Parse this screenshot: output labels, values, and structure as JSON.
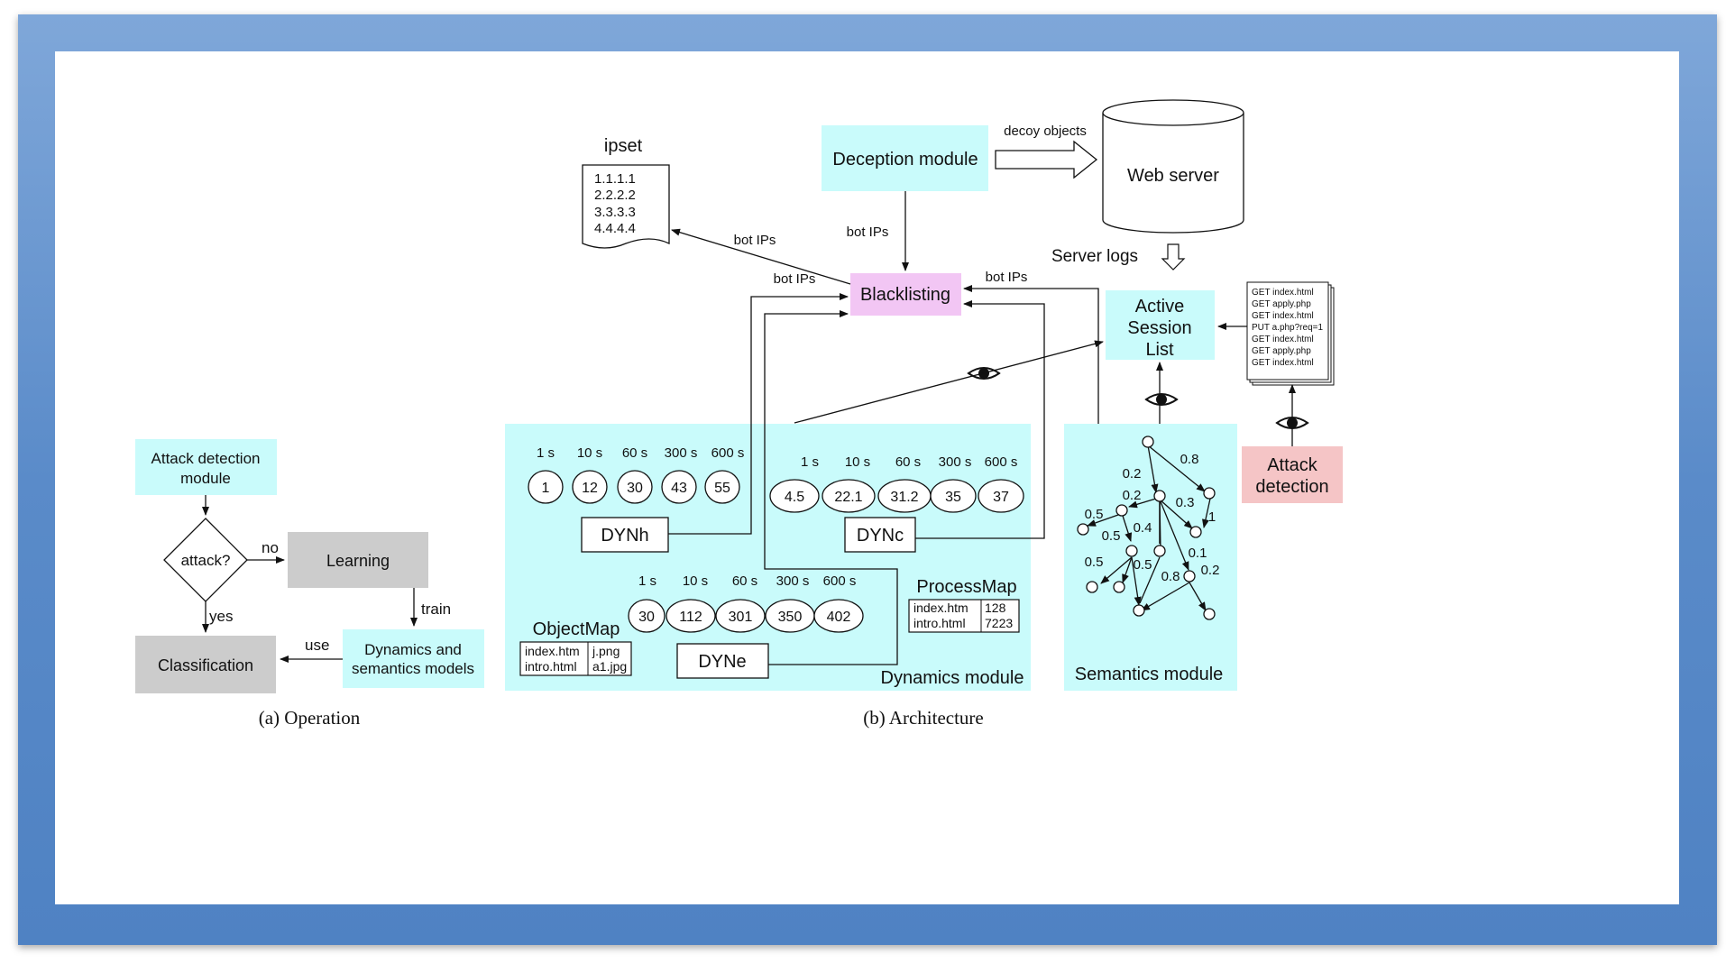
{
  "operation": {
    "attack_module": [
      "Attack detection",
      "module"
    ],
    "decision": "attack?",
    "no_label": "no",
    "yes_label": "yes",
    "learning": "Learning",
    "train_label": "train",
    "models": [
      "Dynamics and",
      "semantics models"
    ],
    "use_label": "use",
    "classification": "Classification",
    "caption": "(a)  Operation"
  },
  "architecture": {
    "ipset_title": "ipset",
    "ipset_items": [
      "1.1.1.1",
      "2.2.2.2",
      "3.3.3.3",
      "4.4.4.4"
    ],
    "deception": "Deception module",
    "decoy_label": "decoy objects",
    "web_server": "Web server",
    "server_logs": "Server logs",
    "bot_ips": "bot IPs",
    "blacklisting": "Blacklisting",
    "active_session": [
      "Active",
      "Session",
      "List"
    ],
    "requests": [
      "GET index.html",
      "GET apply.php",
      "GET index.html",
      "PUT a.php?req=1",
      "GET index.html",
      "GET apply.php",
      "GET index.html"
    ],
    "attack_detection": [
      "Attack",
      "detection"
    ],
    "dyn_h": {
      "label": "DYNh",
      "windows": [
        "1 s",
        "10 s",
        "60 s",
        "300 s",
        "600 s"
      ],
      "values": [
        "1",
        "12",
        "30",
        "43",
        "55"
      ]
    },
    "dyn_c": {
      "label": "DYNc",
      "windows": [
        "1 s",
        "10 s",
        "60 s",
        "300 s",
        "600 s"
      ],
      "values": [
        "4.5",
        "22.1",
        "31.2",
        "35",
        "37"
      ]
    },
    "dyn_e": {
      "label": "DYNe",
      "windows": [
        "1 s",
        "10 s",
        "60 s",
        "300 s",
        "600 s"
      ],
      "values": [
        "30",
        "112",
        "301",
        "350",
        "402"
      ]
    },
    "process_map": {
      "title": "ProcessMap",
      "rows": [
        [
          "index.htm",
          "128"
        ],
        [
          "intro.html",
          "7223"
        ]
      ]
    },
    "object_map": {
      "title": "ObjectMap",
      "rows": [
        [
          "index.htm",
          "j.png"
        ],
        [
          "intro.html",
          "a1.jpg"
        ]
      ]
    },
    "dynamics_module": "Dynamics module",
    "semantics_module": "Semantics module",
    "edge_weights": [
      "0.8",
      "0.2",
      "0.2",
      "0.3",
      "1",
      "0.5",
      "0.4",
      "0.5",
      "0.5",
      "0.5",
      "0.1",
      "0.8",
      "0.2"
    ],
    "caption": "(b)  Architecture"
  },
  "colors": {
    "cyan": "#c9fbfb",
    "pink": "#f2c6f4",
    "red": "#f5c5c6",
    "gray": "#cccccc"
  }
}
